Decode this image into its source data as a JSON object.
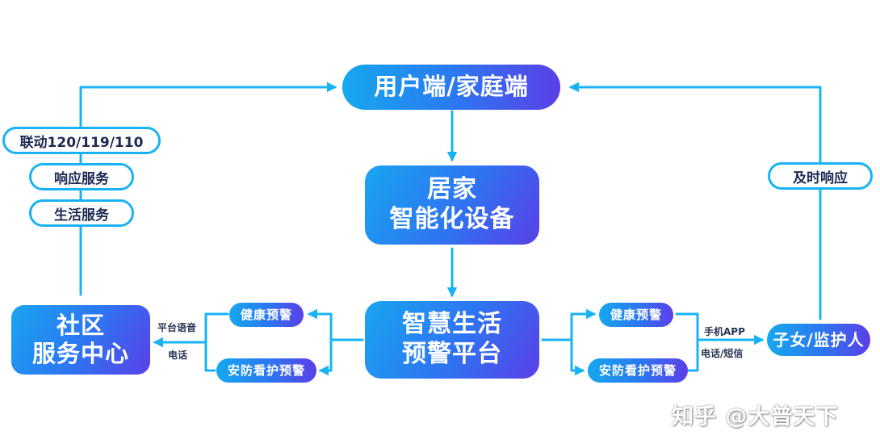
{
  "nodes": {
    "user_terminal": "用户端/家庭端",
    "smart_device": {
      "line1": "居家",
      "line2": "智能化设备"
    },
    "platform": {
      "line1": "智慧生活",
      "line2": "预警平台"
    },
    "community_center": {
      "line1": "社区",
      "line2": "服务中心"
    },
    "children_guardian": "子女/监护人",
    "health_alert_left": "健康预警",
    "security_alert_left": "安防看护预警",
    "health_alert_right": "健康预警",
    "security_alert_right": "安防看护预警"
  },
  "left_pills": [
    "联动120/119/110",
    "响应服务",
    "生活服务"
  ],
  "right_pill": "及时响应",
  "edge_labels": {
    "left_top": "平台语音",
    "left_bottom": "电话",
    "right_top": "手机APP",
    "right_bottom": "电话/短信"
  },
  "watermark": "知乎 @大普天下",
  "colors": {
    "line": "#19b3f5",
    "gradient_start": "#16a8ef",
    "gradient_end": "#5b3fe8",
    "pill_text": "#1e2a52"
  }
}
